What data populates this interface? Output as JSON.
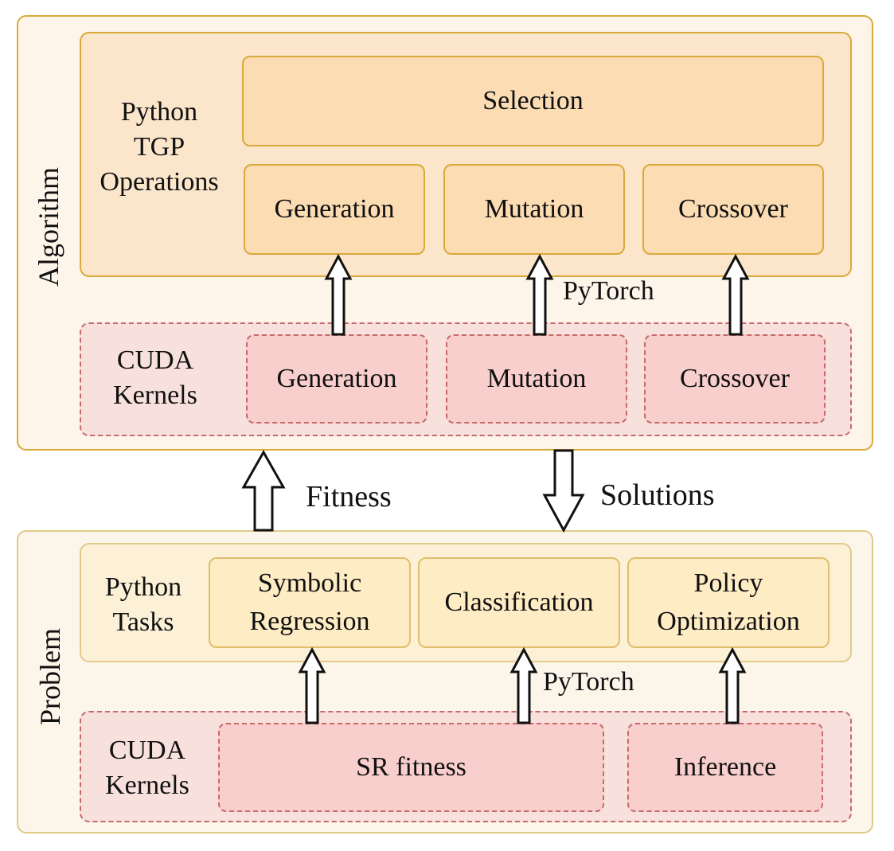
{
  "algorithm": {
    "title": "Algorithm",
    "python_label": "Python\nTGP\nOperations",
    "selection": "Selection",
    "ops": [
      "Generation",
      "Mutation",
      "Crossover"
    ],
    "cuda_label": "CUDA\nKernels",
    "cuda_ops": [
      "Generation",
      "Mutation",
      "Crossover"
    ],
    "pytorch_label": "PyTorch"
  },
  "flow": {
    "fitness": "Fitness",
    "solutions": "Solutions"
  },
  "problem": {
    "title": "Problem",
    "python_label": "Python\nTasks",
    "tasks": [
      "Symbolic\nRegression",
      "Classification",
      "Policy\nOptimization"
    ],
    "cuda_label": "CUDA\nKernels",
    "cuda_ops": [
      "SR fitness",
      "Inference"
    ],
    "pytorch_label": "PyTorch"
  }
}
